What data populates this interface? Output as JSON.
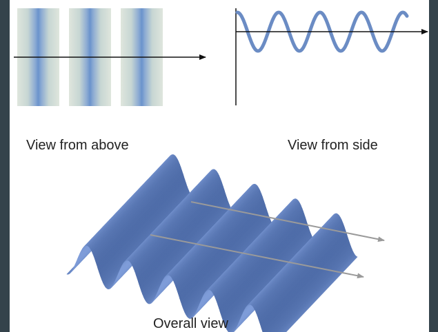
{
  "captions": {
    "above": "View from above",
    "side": "View from side",
    "overall": "Overall view"
  },
  "colors": {
    "background": "#34434b",
    "panel": "#ffffff",
    "wave": "#6b8cc4",
    "band_outer": "#dbe3da",
    "band_mid": "#b7cfd8",
    "band_core": "#6f98cf",
    "axis": "#111111",
    "ray": "#9a9a9a"
  },
  "above_view": {
    "band_count": 3
  },
  "side_view": {
    "cycles": 4
  },
  "overall_view": {
    "crests": 5,
    "rays": 2
  }
}
